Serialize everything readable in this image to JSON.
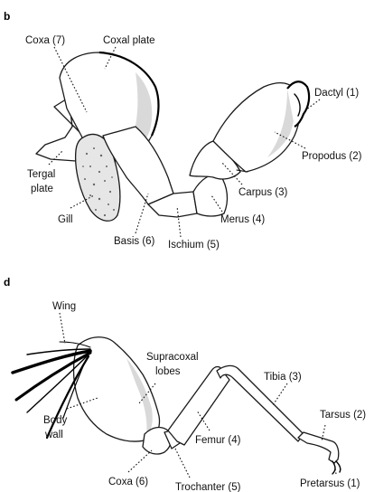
{
  "panel_b": {
    "panel_label": "b",
    "labels": {
      "coxa": "Coxa (7)",
      "coxal_plate": "Coxal plate",
      "dactyl": "Dactyl (1)",
      "propodus": "Propodus (2)",
      "carpus": "Carpus (3)",
      "merus": "Merus (4)",
      "ischium": "Ischium (5)",
      "basis": "Basis (6)",
      "gill": "Gill",
      "tergal_plate_line1": "Tergal",
      "tergal_plate_line2": "plate"
    }
  },
  "panel_d": {
    "panel_label": "d",
    "labels": {
      "wing": "Wing",
      "supracoxal_line1": "Supracoxal",
      "supracoxal_line2": "lobes",
      "tibia": "Tibia (3)",
      "tarsus": "Tarsus (2)",
      "body_wall_line1": "Body",
      "body_wall_line2": "wall",
      "femur": "Femur (4)",
      "coxa": "Coxa (6)",
      "trochanter": "Trochanter (5)",
      "pretarsus": "Pretarsus (1)"
    }
  }
}
